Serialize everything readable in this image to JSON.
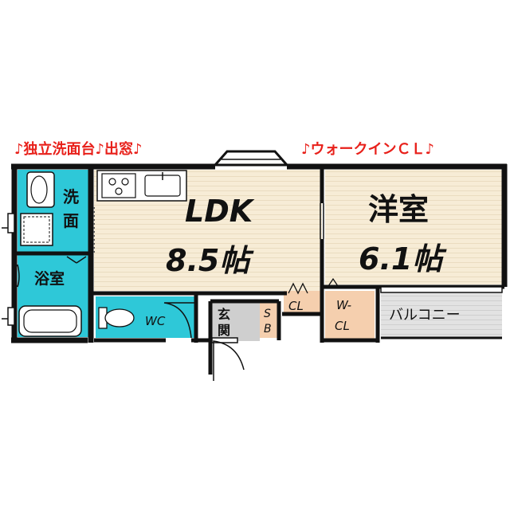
{
  "features": {
    "left": "♪独立洗面台♪出窓♪",
    "right": "♪ウォークインＣＬ♪",
    "color": "#e8201a"
  },
  "rooms": {
    "ldk_name": "LDK",
    "ldk_size": "8.5帖",
    "western_name": "洋室",
    "western_size": "6.1帖",
    "washroom_1": "洗",
    "washroom_2": "面",
    "bath": "浴室",
    "toilet": "WC",
    "entrance_1": "玄",
    "entrance_2": "関",
    "shoe_box_1": "S",
    "shoe_box_2": "B",
    "closet": "CL",
    "walkin_1": "W-",
    "walkin_2": "CL",
    "balcony": "バルコニー"
  },
  "colors": {
    "wall": "#111111",
    "ldk_floor": "#f7ecd6",
    "wet_area": "#2ec8d8",
    "storage": "#f5cfae",
    "balcony": "#dedede",
    "entrance": "#cfcfcf"
  }
}
